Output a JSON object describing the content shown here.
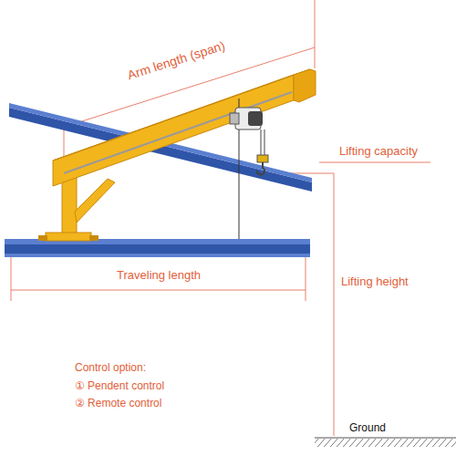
{
  "diagram": {
    "labels": [
      "Arm length (span)",
      "Lifting capacity",
      "Traveling length",
      "Lifting height",
      "Control option:",
      "① Pendent control",
      "② Remote control",
      "Ground"
    ]
  }
}
